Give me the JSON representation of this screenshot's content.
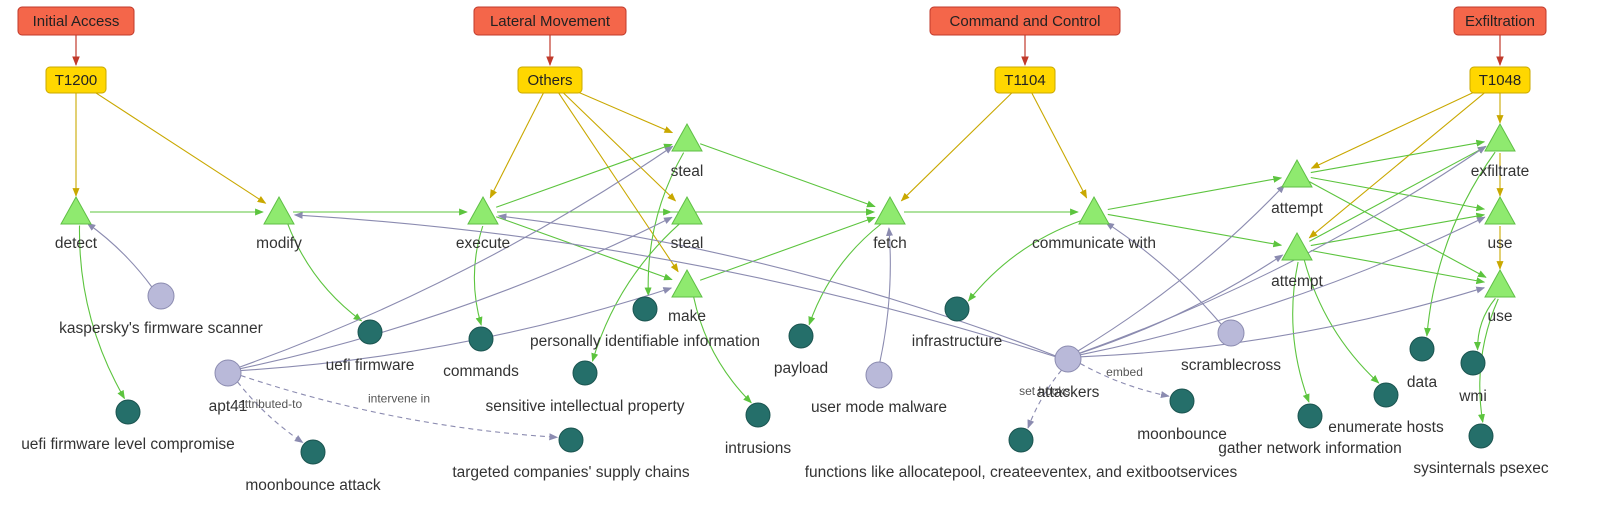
{
  "tactics": [
    {
      "id": "ta_ia",
      "label": "Initial Access"
    },
    {
      "id": "ta_lm",
      "label": "Lateral Movement"
    },
    {
      "id": "ta_cc",
      "label": "Command and Control"
    },
    {
      "id": "ta_ex",
      "label": "Exfiltration"
    }
  ],
  "techniques": [
    {
      "id": "te_1200",
      "label": "T1200"
    },
    {
      "id": "te_oth",
      "label": "Others"
    },
    {
      "id": "te_1104",
      "label": "T1104"
    },
    {
      "id": "te_1048",
      "label": "T1048"
    }
  ],
  "actions": [
    {
      "id": "a_detect",
      "label": "detect"
    },
    {
      "id": "a_modify",
      "label": "modify"
    },
    {
      "id": "a_execute",
      "label": "execute"
    },
    {
      "id": "a_steal1",
      "label": "steal"
    },
    {
      "id": "a_steal2",
      "label": "steal"
    },
    {
      "id": "a_make",
      "label": "make"
    },
    {
      "id": "a_fetch",
      "label": "fetch"
    },
    {
      "id": "a_comm",
      "label": "communicate with"
    },
    {
      "id": "a_att1",
      "label": "attempt"
    },
    {
      "id": "a_att2",
      "label": "attempt"
    },
    {
      "id": "a_exfil",
      "label": "exfiltrate"
    },
    {
      "id": "a_use1",
      "label": "use"
    },
    {
      "id": "a_use2",
      "label": "use"
    }
  ],
  "actors": [
    {
      "id": "c_kasp",
      "label": "kaspersky's firmware scanner"
    },
    {
      "id": "c_apt41",
      "label": "apt41"
    },
    {
      "id": "c_umm",
      "label": "user mode malware"
    },
    {
      "id": "c_att",
      "label": "attackers"
    },
    {
      "id": "c_scr",
      "label": "scramblecross"
    }
  ],
  "entities": [
    {
      "id": "e_uefi_fw",
      "label": "uefi firmware"
    },
    {
      "id": "e_uefi_comp",
      "label": "uefi firmware level compromise"
    },
    {
      "id": "e_moon_atk",
      "label": "moonbounce attack"
    },
    {
      "id": "e_commands",
      "label": "commands"
    },
    {
      "id": "e_pii",
      "label": "personally identifiable information"
    },
    {
      "id": "e_sip",
      "label": "sensitive intellectual property"
    },
    {
      "id": "e_supply",
      "label": "targeted companies' supply chains"
    },
    {
      "id": "e_intr",
      "label": "intrusions"
    },
    {
      "id": "e_payload",
      "label": "payload"
    },
    {
      "id": "e_infra",
      "label": "infrastructure"
    },
    {
      "id": "e_funcs",
      "label": "functions like allocatepool, createeventex, and exitbootservices"
    },
    {
      "id": "e_moonb",
      "label": "moonbounce"
    },
    {
      "id": "e_gni",
      "label": "gather network information"
    },
    {
      "id": "e_enum",
      "label": "enumerate hosts"
    },
    {
      "id": "e_data",
      "label": "data"
    },
    {
      "id": "e_wmi",
      "label": "wmi"
    },
    {
      "id": "e_psexec",
      "label": "sysinternals psexec"
    }
  ],
  "edges": [
    {
      "from": "ta_ia",
      "to": "te_1200",
      "kind": "tactic"
    },
    {
      "from": "ta_lm",
      "to": "te_oth",
      "kind": "tactic"
    },
    {
      "from": "ta_cc",
      "to": "te_1104",
      "kind": "tactic"
    },
    {
      "from": "ta_ex",
      "to": "te_1048",
      "kind": "tactic"
    },
    {
      "from": "te_1200",
      "to": "a_detect",
      "kind": "tech"
    },
    {
      "from": "te_1200",
      "to": "a_modify",
      "kind": "tech"
    },
    {
      "from": "te_oth",
      "to": "a_execute",
      "kind": "tech"
    },
    {
      "from": "te_oth",
      "to": "a_steal1",
      "kind": "tech"
    },
    {
      "from": "te_oth",
      "to": "a_steal2",
      "kind": "tech"
    },
    {
      "from": "te_oth",
      "to": "a_make",
      "kind": "tech"
    },
    {
      "from": "te_1104",
      "to": "a_fetch",
      "kind": "tech"
    },
    {
      "from": "te_1104",
      "to": "a_comm",
      "kind": "tech"
    },
    {
      "from": "te_1048",
      "to": "a_att1",
      "kind": "tech"
    },
    {
      "from": "te_1048",
      "to": "a_att2",
      "kind": "tech"
    },
    {
      "from": "te_1048",
      "to": "a_exfil",
      "kind": "tech"
    },
    {
      "from": "a_exfil",
      "to": "a_use1",
      "kind": "tech"
    },
    {
      "from": "a_use1",
      "to": "a_use2",
      "kind": "tech"
    },
    {
      "from": "a_detect",
      "to": "a_modify",
      "kind": "seq"
    },
    {
      "from": "a_modify",
      "to": "a_execute",
      "kind": "seq"
    },
    {
      "from": "a_execute",
      "to": "a_steal1",
      "kind": "seq"
    },
    {
      "from": "a_execute",
      "to": "a_steal2",
      "kind": "seq"
    },
    {
      "from": "a_execute",
      "to": "a_make",
      "kind": "seq"
    },
    {
      "from": "a_execute",
      "to": "a_fetch",
      "kind": "seq"
    },
    {
      "from": "a_steal1",
      "to": "a_fetch",
      "kind": "seq"
    },
    {
      "from": "a_steal2",
      "to": "a_fetch",
      "kind": "seq"
    },
    {
      "from": "a_make",
      "to": "a_fetch",
      "kind": "seq"
    },
    {
      "from": "a_fetch",
      "to": "a_comm",
      "kind": "seq"
    },
    {
      "from": "a_comm",
      "to": "a_att1",
      "kind": "seq"
    },
    {
      "from": "a_comm",
      "to": "a_att2",
      "kind": "seq"
    },
    {
      "from": "a_att1",
      "to": "a_exfil",
      "kind": "seq"
    },
    {
      "from": "a_att1",
      "to": "a_use1",
      "kind": "seq"
    },
    {
      "from": "a_att1",
      "to": "a_use2",
      "kind": "seq"
    },
    {
      "from": "a_att2",
      "to": "a_exfil",
      "kind": "seq"
    },
    {
      "from": "a_att2",
      "to": "a_use1",
      "kind": "seq"
    },
    {
      "from": "a_att2",
      "to": "a_use2",
      "kind": "seq"
    },
    {
      "from": "a_detect",
      "to": "e_uefi_comp",
      "kind": "obj"
    },
    {
      "from": "a_modify",
      "to": "e_uefi_fw",
      "kind": "obj"
    },
    {
      "from": "a_execute",
      "to": "e_commands",
      "kind": "obj"
    },
    {
      "from": "a_steal1",
      "to": "e_pii",
      "kind": "obj"
    },
    {
      "from": "a_steal2",
      "to": "e_sip",
      "kind": "obj"
    },
    {
      "from": "a_make",
      "to": "e_intr",
      "kind": "obj"
    },
    {
      "from": "a_fetch",
      "to": "e_payload",
      "kind": "obj"
    },
    {
      "from": "a_comm",
      "to": "e_infra",
      "kind": "obj"
    },
    {
      "from": "a_att2",
      "to": "e_gni",
      "kind": "obj"
    },
    {
      "from": "a_att2",
      "to": "e_enum",
      "kind": "obj"
    },
    {
      "from": "a_exfil",
      "to": "e_data",
      "kind": "obj"
    },
    {
      "from": "a_use2",
      "to": "e_wmi",
      "kind": "obj"
    },
    {
      "from": "a_use2",
      "to": "e_psexec",
      "kind": "obj"
    },
    {
      "from": "c_kasp",
      "to": "a_detect",
      "kind": "actor"
    },
    {
      "from": "c_apt41",
      "to": "a_steal1",
      "kind": "actor"
    },
    {
      "from": "c_apt41",
      "to": "a_steal2",
      "kind": "actor"
    },
    {
      "from": "c_apt41",
      "to": "a_make",
      "kind": "actor"
    },
    {
      "from": "c_umm",
      "to": "a_fetch",
      "kind": "actor"
    },
    {
      "from": "c_att",
      "to": "a_modify",
      "kind": "actor"
    },
    {
      "from": "c_att",
      "to": "a_execute",
      "kind": "actor"
    },
    {
      "from": "c_att",
      "to": "a_att1",
      "kind": "actor"
    },
    {
      "from": "c_att",
      "to": "a_att2",
      "kind": "actor"
    },
    {
      "from": "c_att",
      "to": "a_exfil",
      "kind": "actor"
    },
    {
      "from": "c_att",
      "to": "a_use1",
      "kind": "actor"
    },
    {
      "from": "c_att",
      "to": "a_use2",
      "kind": "actor"
    },
    {
      "from": "c_scr",
      "to": "a_comm",
      "kind": "actor"
    },
    {
      "from": "c_apt41",
      "to": "e_moon_atk",
      "kind": "dash",
      "label": "attributed-to"
    },
    {
      "from": "c_apt41",
      "to": "e_supply",
      "kind": "dash",
      "label": "intervene in"
    },
    {
      "from": "c_att",
      "to": "e_funcs",
      "kind": "dash",
      "label": "set hooks"
    },
    {
      "from": "c_att",
      "to": "e_moonb",
      "kind": "dash",
      "label": "embed"
    }
  ]
}
